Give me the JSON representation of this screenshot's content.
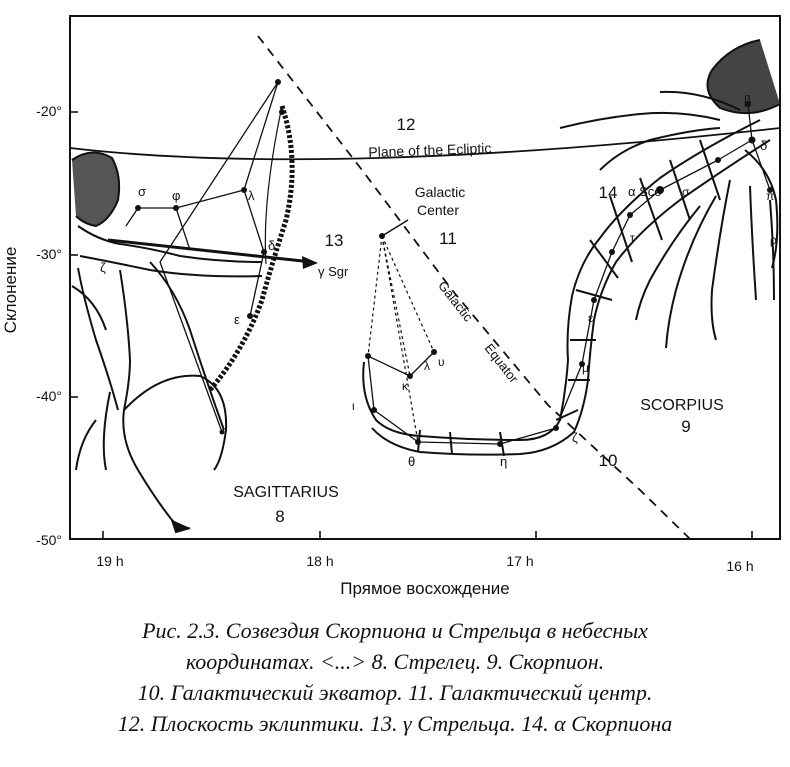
{
  "axes": {
    "y_ticks": [
      "-20°",
      "-30°",
      "-40°",
      "-50°"
    ],
    "x_ticks": [
      "19 h",
      "18 h",
      "17 h",
      "16 h"
    ],
    "y_label": "Склонение",
    "x_label": "Прямое восхождение"
  },
  "labels": {
    "num_12": "12",
    "ecliptic": "Plane of the Ecliptic",
    "galactic_center_1": "Galactic",
    "galactic_center_2": "Center",
    "num_11": "11",
    "num_13": "13",
    "gamma_sgr": "γ Sgr",
    "galactic": "Galactic",
    "equator": "Equator",
    "num_14": "14",
    "alpha_sco": "α Sco",
    "scorpius": "SCORPIUS",
    "num_9": "9",
    "num_10": "10",
    "sagittarius": "SAGITTARIUS",
    "num_8": "8"
  },
  "stars": {
    "sigma": "σ",
    "phi": "φ",
    "lambda": "λ",
    "delta": "δ",
    "epsilon": "ε",
    "zeta": "ζ",
    "kappa": "κ",
    "lambda2": "λ",
    "upsilon": "υ",
    "theta": "θ",
    "eta": "η",
    "zeta_sco": "ζ",
    "epsilon_sco": "ε",
    "mu": "μ",
    "tau": "τ",
    "sigma_sco": "σ",
    "delta_sco": "δ",
    "beta": "β",
    "pi": "π",
    "rho": "ρ",
    "iota": "ι"
  },
  "caption": {
    "line1": "Рис. 2.3. Созвездия Скорпиона и Стрельца в небесных",
    "line2": "координатах. <...> 8. Стрелец. 9. Скорпион.",
    "line3": "10. Галактический экватор. 11. Галактический центр.",
    "line4": "12. Плоскость эклиптики. 13. γ Стрельца. 14. α Скорпиона"
  }
}
